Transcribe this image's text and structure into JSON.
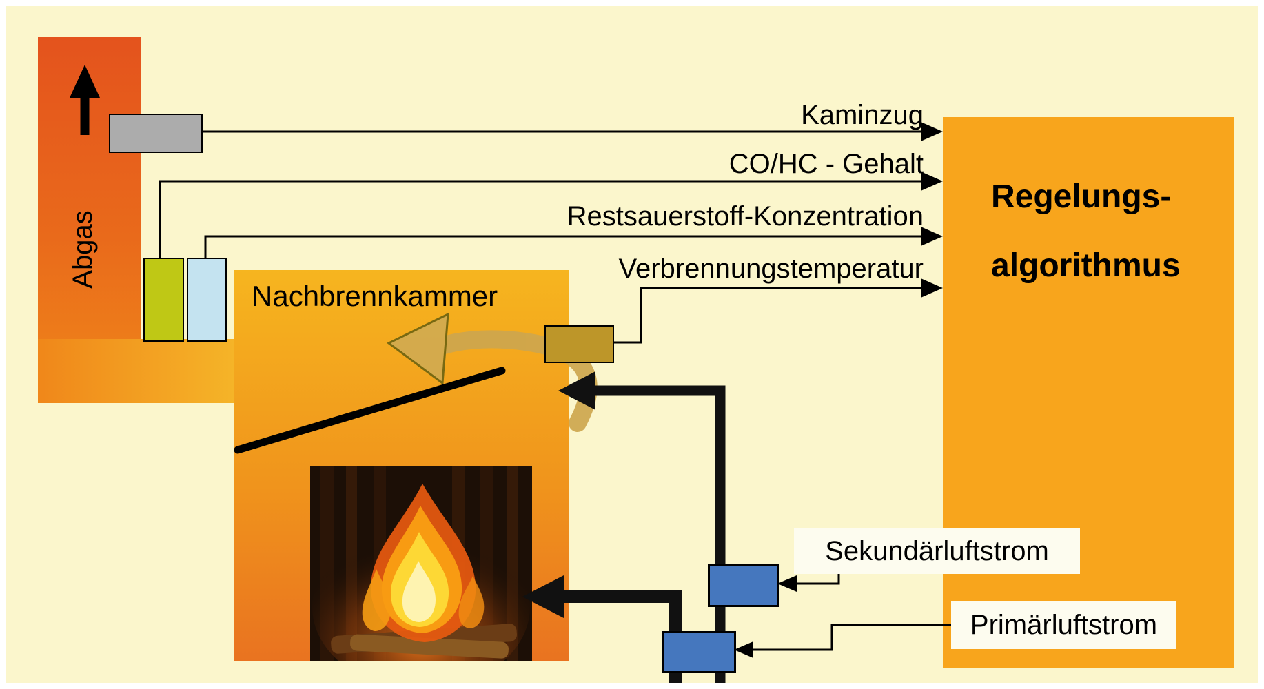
{
  "diagram": {
    "background_color": "#FBF6CC",
    "chimney": {
      "label": "Abgas",
      "direction_icon": "up-arrow"
    },
    "chamber": {
      "label": "Nachbrennkammer",
      "content_icon": "wood-fire-photo"
    },
    "controller": {
      "label_line1": "Regelungs-",
      "label_line2": "algorithmus"
    },
    "signals": [
      {
        "label": "Kaminzug"
      },
      {
        "label": "CO/HC - Gehalt"
      },
      {
        "label": "Restsauerstoff-Konzentration"
      },
      {
        "label": "Verbrennungstemperatur"
      }
    ],
    "air_flows": [
      {
        "label": "Sekundärluftstrom"
      },
      {
        "label": "Primärluftstrom"
      }
    ],
    "sensors": [
      {
        "name": "draft-sensor",
        "color": "#ACACAC"
      },
      {
        "name": "co-hc-sensor",
        "color": "#BFC815"
      },
      {
        "name": "oxygen-sensor",
        "color": "#C4E3F0"
      },
      {
        "name": "temperature-sensor",
        "color": "#BD9629"
      }
    ],
    "valves": [
      {
        "name": "secondary-air-valve",
        "color": "#4577BE"
      },
      {
        "name": "primary-air-valve",
        "color": "#4577BE"
      }
    ],
    "colors": {
      "chimney_top": "#E4531D",
      "chimney_bottom": "#F0871A",
      "chimney_yellow": "#F6BE2B",
      "chamber_top": "#F6B51F",
      "chamber_bottom": "#E97320",
      "controller_box": "#F8A51C",
      "label_box": "#FDFCEF",
      "flue_swirl_arrow": "#CDA64E",
      "line": "#000000"
    }
  }
}
